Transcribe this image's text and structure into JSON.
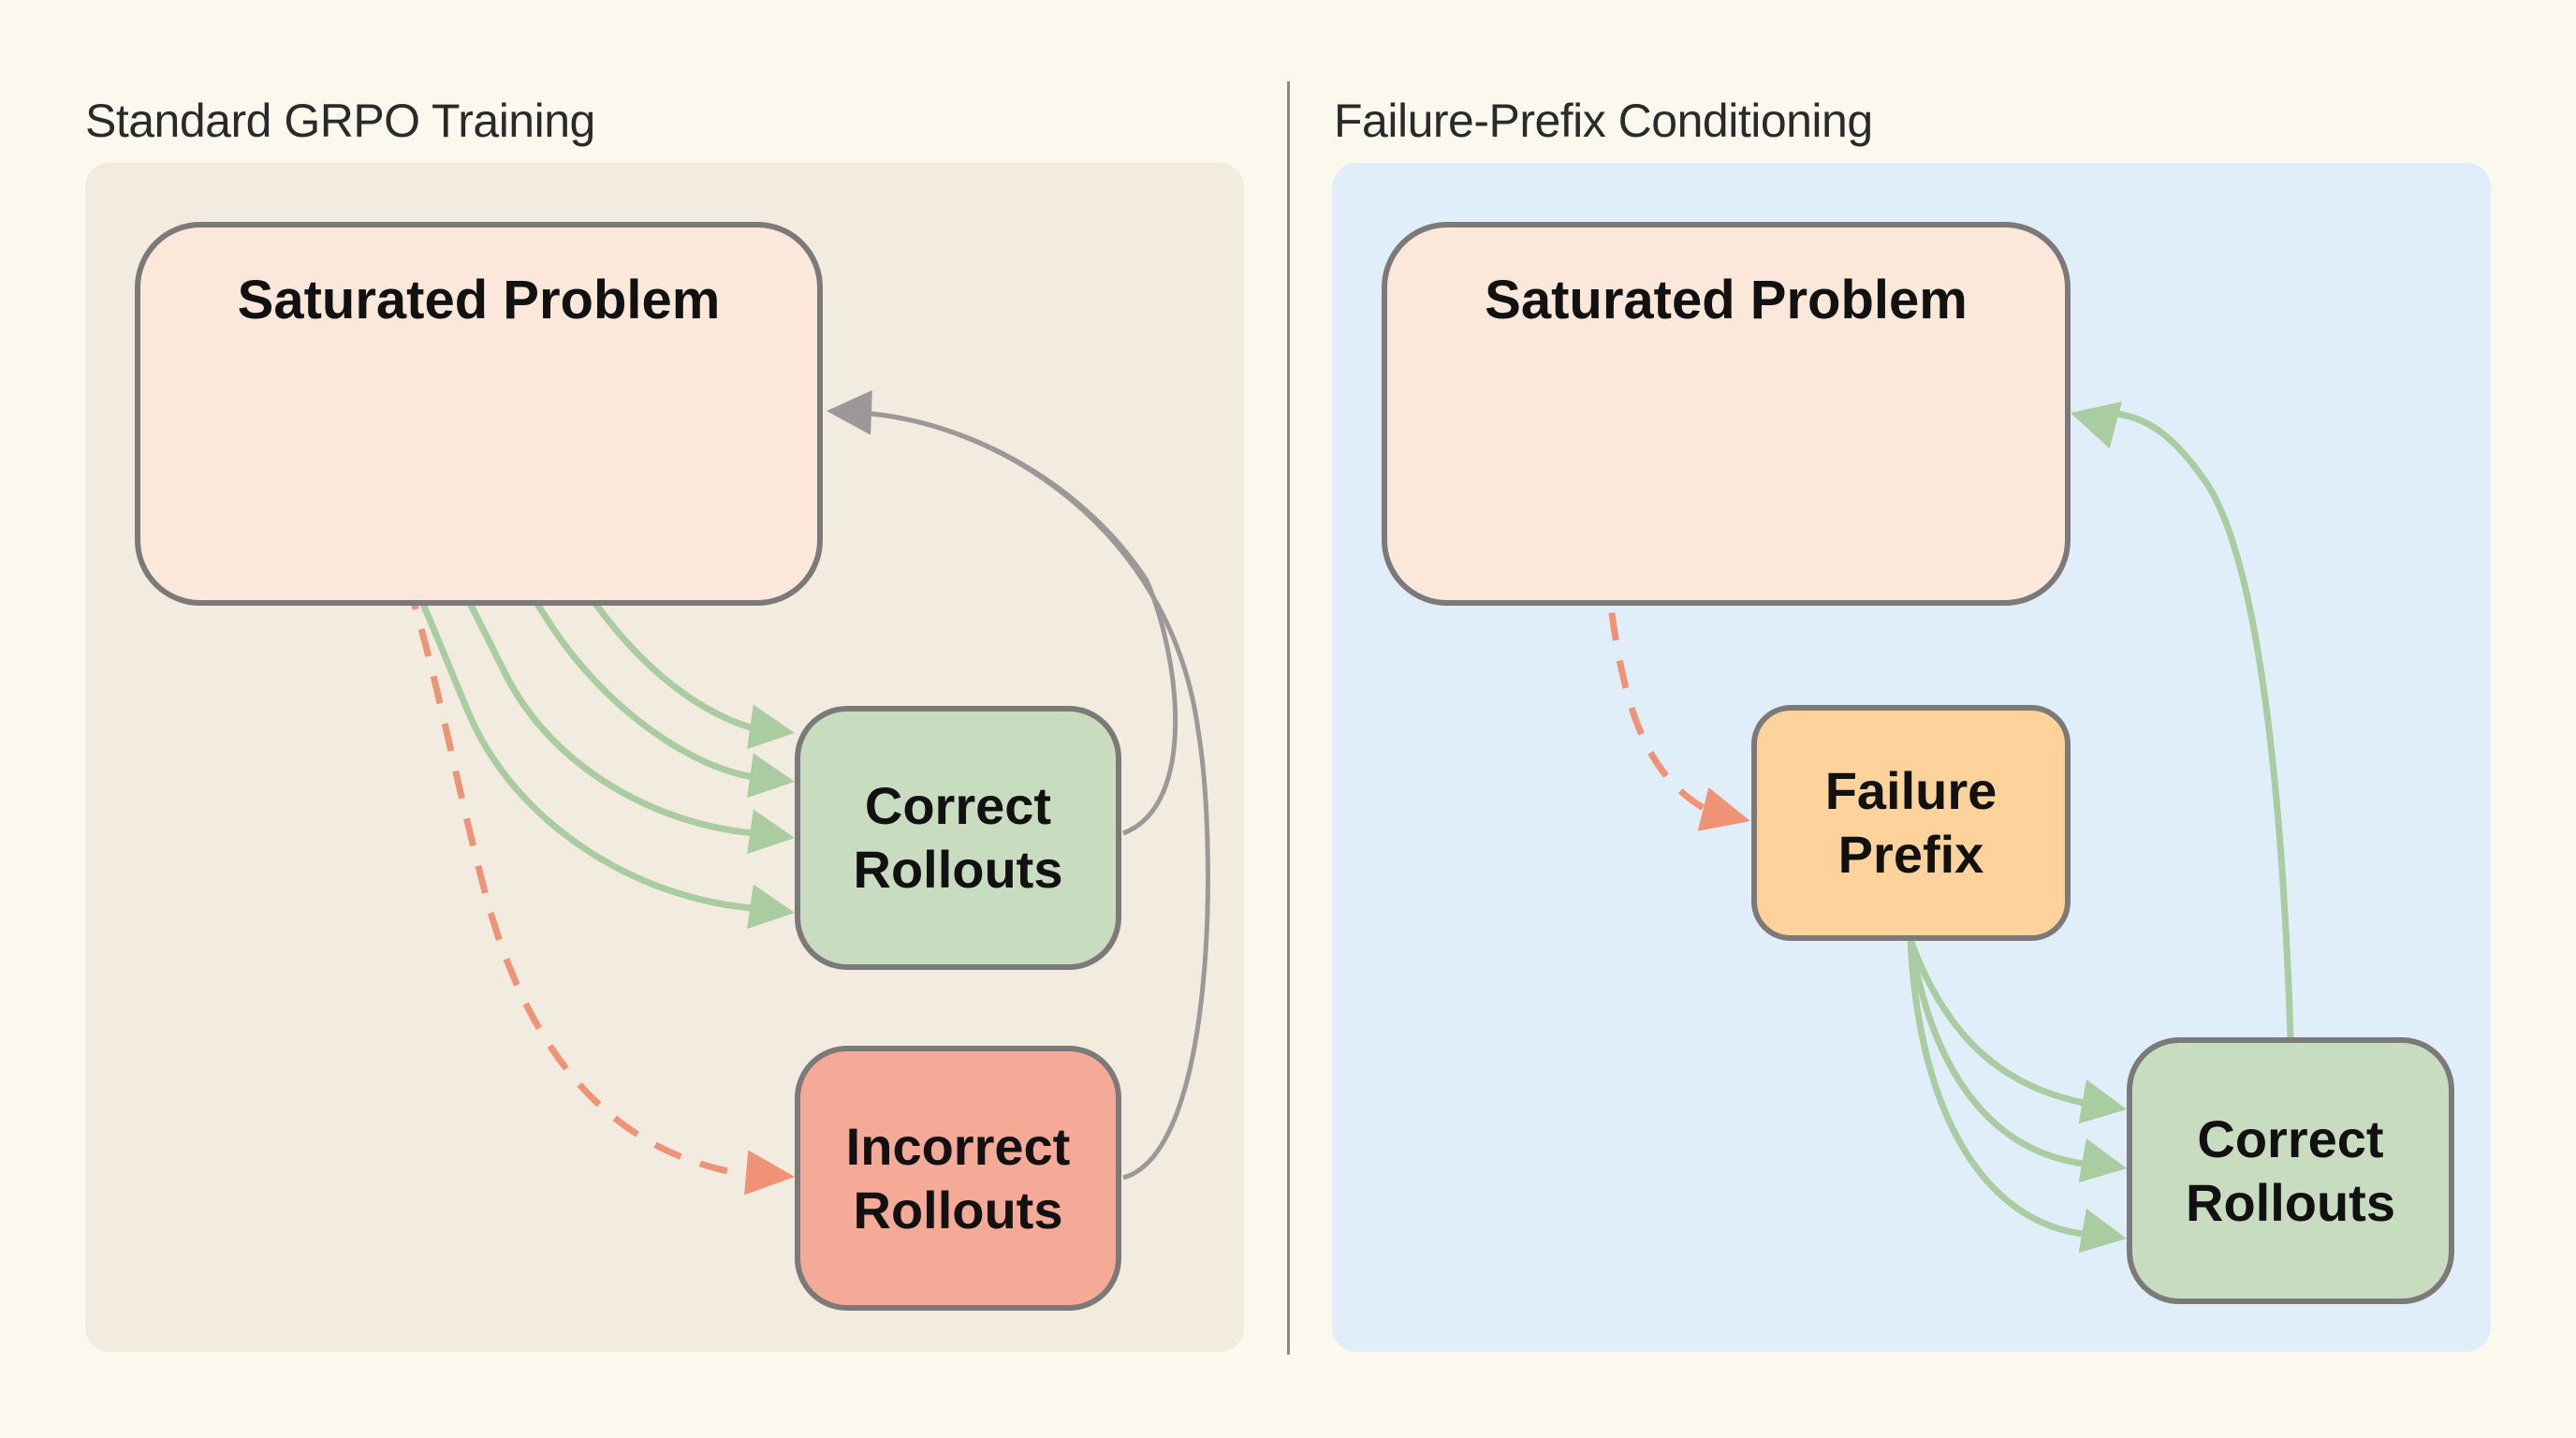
{
  "colors": {
    "background": "#fbf8ee",
    "panel_left": "#f2ebdf",
    "panel_right": "#e0eef9",
    "saturated_fill": "#fce8da",
    "correct_fill": "#c8dcc0",
    "incorrect_fill": "#f4aa96",
    "failure_fill": "#fdd39b",
    "node_border": "#7c7a78",
    "green_arrow": "#a9cca0",
    "red_dashed": "#ef9276",
    "grey_arrow": "#9c9897"
  },
  "left_panel": {
    "title": "Standard GRPO Training",
    "nodes": {
      "saturated": "Saturated Problem",
      "correct": "Correct\nRollouts",
      "incorrect": "Incorrect\nRollouts"
    },
    "edges": [
      {
        "from": "saturated",
        "to": "correct",
        "style": "solid-green",
        "count": 4
      },
      {
        "from": "saturated",
        "to": "incorrect",
        "style": "dashed-red",
        "count": 1
      },
      {
        "from": "correct",
        "to": "saturated",
        "style": "solid-grey",
        "count": 1
      },
      {
        "from": "incorrect",
        "to": "saturated",
        "style": "solid-grey",
        "count": 1
      }
    ]
  },
  "right_panel": {
    "title": "Failure-Prefix Conditioning",
    "nodes": {
      "saturated": "Saturated Problem",
      "failure": "Failure\nPrefix",
      "correct": "Correct\nRollouts"
    },
    "edges": [
      {
        "from": "saturated",
        "to": "failure",
        "style": "dashed-red",
        "count": 1
      },
      {
        "from": "failure",
        "to": "correct",
        "style": "solid-green",
        "count": 3
      },
      {
        "from": "correct",
        "to": "saturated",
        "style": "solid-green",
        "count": 1
      }
    ]
  }
}
